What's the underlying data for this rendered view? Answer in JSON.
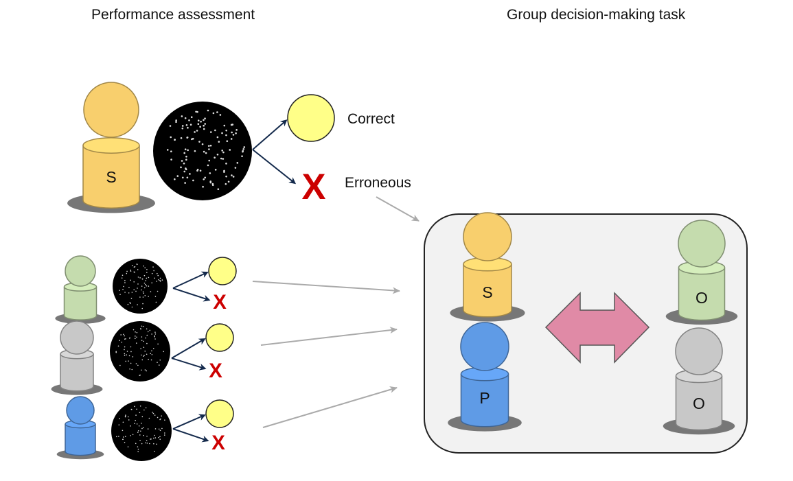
{
  "titles": {
    "left": "Performance assessment",
    "right": "Group decision-making task"
  },
  "outcomes": {
    "correct": "Correct",
    "erroneous": "Erroneous"
  },
  "pawn_labels": {
    "self": "S",
    "partner": "P",
    "other": "O"
  },
  "colors": {
    "self": "#f8cf6d",
    "partner": "#5f9be6",
    "other_green": "#c5dcae",
    "other_gray": "#c8c8c8",
    "correct": "#ffff88",
    "error": "#cc0000",
    "exchange_arrow": "#e08aa6",
    "group_box": "#f2f2f2"
  }
}
